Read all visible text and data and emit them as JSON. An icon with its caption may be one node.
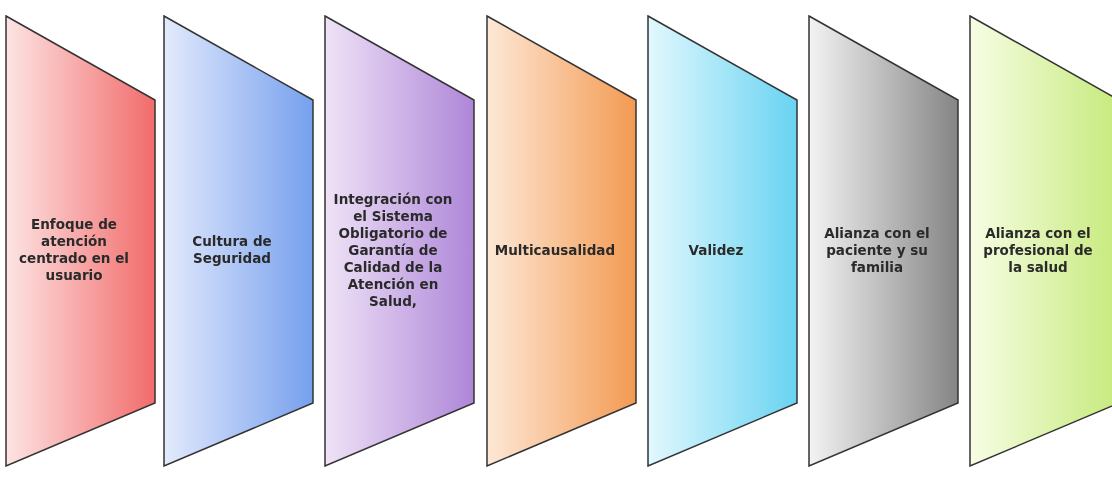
{
  "diagram": {
    "nodes": [
      {
        "text": [
          "Enfoque de atención centrado en el usuario"
        ]
      },
      {
        "text": [
          "Cultura de Seguridad"
        ]
      },
      {
        "text": [
          "Integración con el Sistema Obligatorio de Garantía de Calidad de la Atención en Salud,"
        ]
      },
      {
        "text": [
          "Multicausalidad"
        ]
      },
      {
        "text": [
          "Validez"
        ]
      },
      {
        "text": [
          "Alianza con el paciente y su familia"
        ]
      },
      {
        "text": [
          "Alianza con el profesional de la salud"
        ]
      }
    ]
  }
}
